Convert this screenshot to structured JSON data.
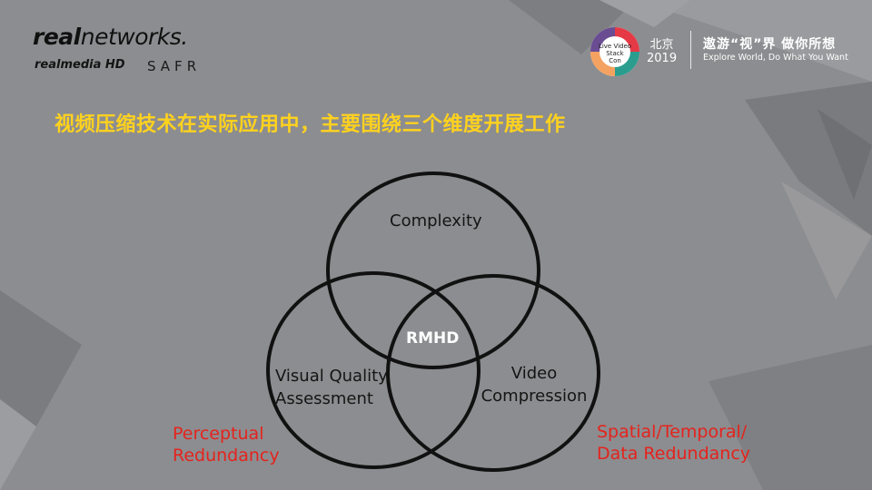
{
  "header": {
    "brand_bold": "real",
    "brand_light": "networks.",
    "realmedia": "realmedia HD",
    "safr": "SAFR",
    "event_logo_text": "LiveVideoStackCon",
    "city": "北京",
    "year": "2019",
    "slogan_cn": "遨游“视”界  做你所想",
    "slogan_en": "Explore World, Do What You Want"
  },
  "heading": "视频压缩技术在实际应用中，主要围绕三个维度开展工作",
  "venn": {
    "top": "Complexity",
    "left_line1": "Visual Quality",
    "left_line2": "Assessment",
    "right_line1": "Video",
    "right_line2": "Compression",
    "center": "RMHD"
  },
  "annotations": {
    "left_line1": "Perceptual",
    "left_line2": "Redundancy",
    "right_line1": "Spatial/Temporal/",
    "right_line2": "Data Redundancy"
  },
  "colors": {
    "background": "#8c8d90",
    "heading": "#ffd21e",
    "annotation": "#e5231d",
    "circle_stroke": "#111111"
  }
}
